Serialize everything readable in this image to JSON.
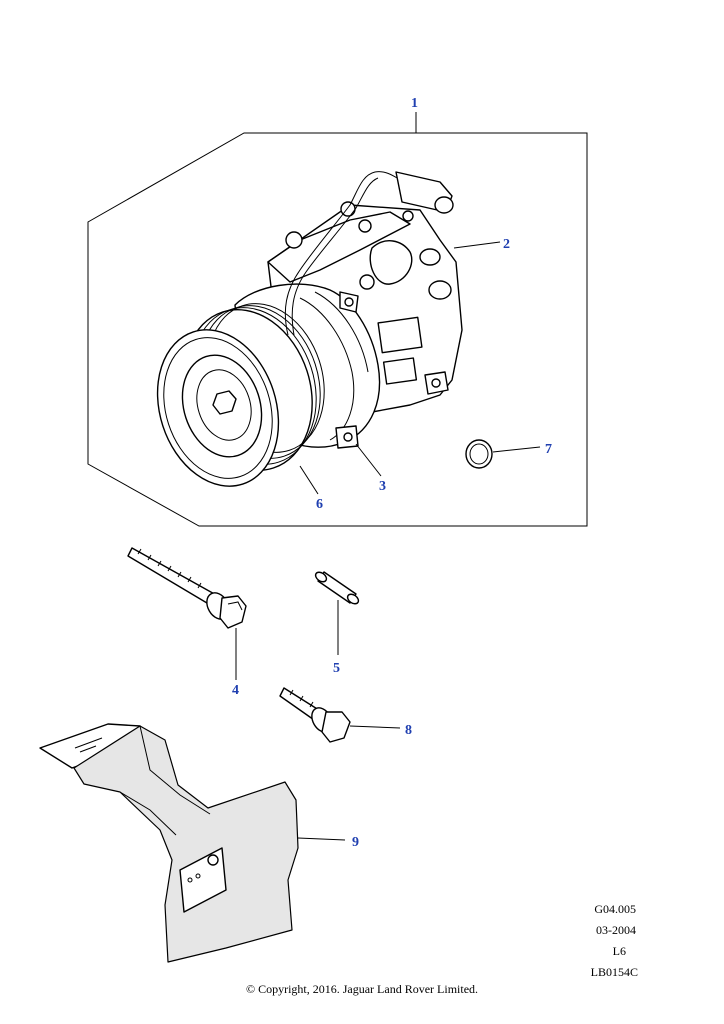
{
  "callouts": {
    "c1": "1",
    "c2": "2",
    "c3": "3",
    "c4": "4",
    "c5": "5",
    "c6": "6",
    "c7": "7",
    "c8": "8",
    "c9": "9"
  },
  "meta": {
    "ref": "G04.005",
    "date": "03-2004",
    "variant": "L6",
    "code": "LB0154C"
  },
  "copyright": "© Copyright, 2016. Jaguar Land Rover Limited.",
  "colors": {
    "callout": "#1f3fb0",
    "line": "#000000",
    "background": "#ffffff"
  }
}
